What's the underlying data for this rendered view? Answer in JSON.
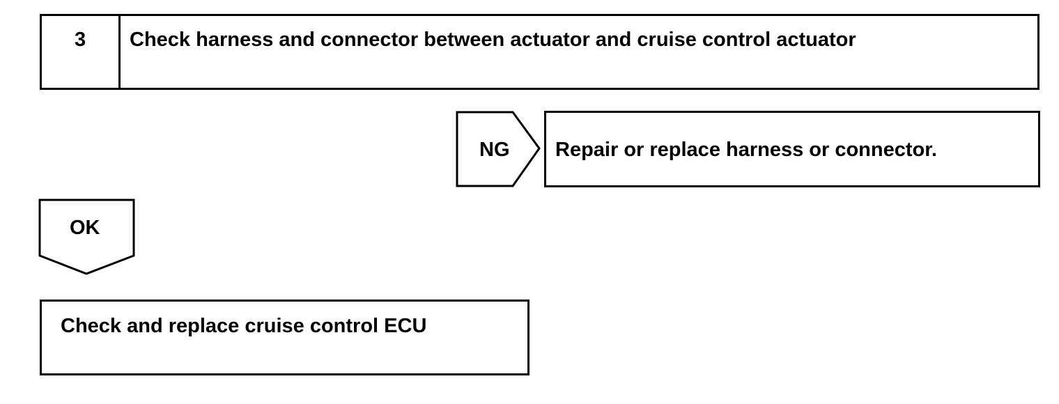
{
  "step": {
    "number": "3",
    "title": "Check harness and connector between actuator and cruise control actuator"
  },
  "ng_branch": {
    "label": "NG",
    "action": "Repair or replace harness or connector."
  },
  "ok_branch": {
    "label": "OK",
    "action": "Check and replace cruise control ECU"
  }
}
